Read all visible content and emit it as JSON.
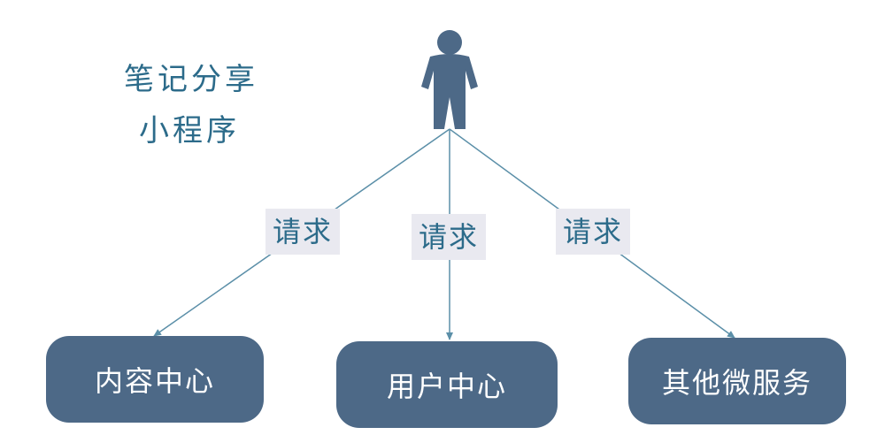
{
  "title": {
    "line1": "笔记分享",
    "line2": "小程序"
  },
  "actor": {
    "icon": "person-icon",
    "color": "#4d6987"
  },
  "edges": [
    {
      "label": "请求",
      "target": "内容中心"
    },
    {
      "label": "请求",
      "target": "用户中心"
    },
    {
      "label": "请求",
      "target": "其他微服务"
    }
  ],
  "services": [
    {
      "label": "内容中心"
    },
    {
      "label": "用户中心"
    },
    {
      "label": "其他微服务"
    }
  ],
  "colors": {
    "title_text": "#2c6b8a",
    "box_fill": "#4d6987",
    "box_text": "#ffffff",
    "arrow": "#5b8fa8",
    "label_background": "#e9e9f0"
  }
}
